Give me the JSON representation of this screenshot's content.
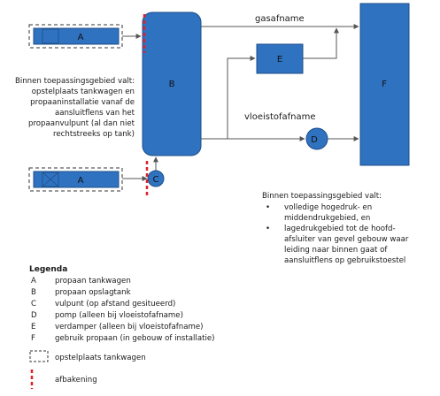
{
  "nodes": {
    "A_top": "A",
    "A_bottom": "A",
    "B": "B",
    "C": "C",
    "D": "D",
    "E": "E",
    "F": "F"
  },
  "flows": {
    "gas": "gasafname",
    "liquid": "vloeistofafname"
  },
  "note_left": [
    "Binnen toepassingsgebied valt:",
    "opstelplaats tankwagen en",
    "propaaninstallatie vanaf de",
    "aansluitflens van het",
    "propaanvulpunt (al dan niet",
    "rechtstreeks op tank)"
  ],
  "note_right": {
    "title": "Binnen toepassingsgebied valt:",
    "bullets": [
      [
        "volledige hogedruk- en",
        "middendrukgebied, en"
      ],
      [
        "lagedrukgebied tot de hoofd-",
        "afsluiter van gevel gebouw waar",
        "leiding naar binnen gaat of",
        "aansluitflens op gebruikstoestel"
      ]
    ],
    "bullet_symbol": "•"
  },
  "legend": {
    "title": "Legenda",
    "items": [
      {
        "key": "A",
        "text": "propaan tankwagen"
      },
      {
        "key": "B",
        "text": "propaan opslagtank"
      },
      {
        "key": "C",
        "text": "vulpunt (op afstand gesitueerd)"
      },
      {
        "key": "D",
        "text": "pomp (alleen bij vloeistofafname)"
      },
      {
        "key": "E",
        "text": "verdamper (alleen bij vloeistofafname)"
      },
      {
        "key": "F",
        "text": "gebruik propaan (in gebouw of installatie)"
      }
    ],
    "dashed_box_text": "opstelplaats tankwagen",
    "red_line_text": "afbakening"
  },
  "colors": {
    "fill": "#2f72c0",
    "stroke": "#1f4f8a",
    "red": "#e0202a",
    "line": "#555555"
  }
}
